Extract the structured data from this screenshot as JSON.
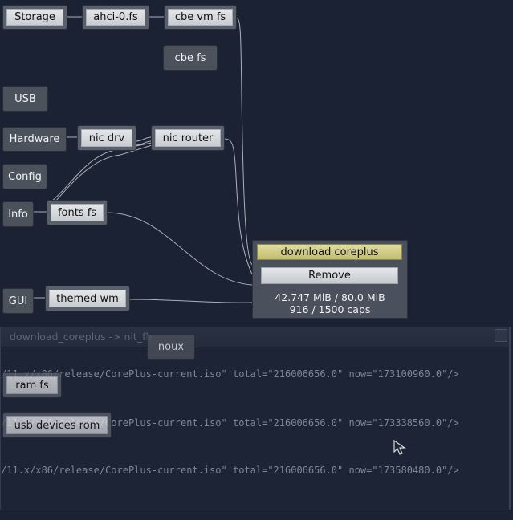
{
  "log_window": {
    "title": "download_coreplus -> nit_fb",
    "lines": [
      "/11.x/x86/release/CorePlus-current.iso\" total=\"216006656.0\" now=\"173100960.0\"/>",
      "/11.x/x86/release/CorePlus-current.iso\" total=\"216006656.0\" now=\"173338560.0\"/>",
      "/11.x/x86/release/CorePlus-current.iso\" total=\"216006656.0\" now=\"173580480.0\"/>"
    ]
  },
  "nodes": {
    "storage": "Storage",
    "ahci": "ahci-0.fs",
    "cbe_vm_fs": "cbe vm fs",
    "cbe_fs": "cbe fs",
    "usb": "USB",
    "hardware": "Hardware",
    "nic_drv": "nic drv",
    "nic_router": "nic router",
    "config": "Config",
    "info": "Info",
    "fonts_fs": "fonts fs",
    "gui": "GUI",
    "themed_wm": "themed wm",
    "noux": "noux",
    "ram_fs": "ram fs",
    "usb_devices_rom": "usb devices rom"
  },
  "popup": {
    "download_label": "download coreplus",
    "remove_label": "Remove",
    "ram": "42.747 MiB / 80.0 MiB",
    "caps": "916 / 1500 caps"
  },
  "colors": {
    "background": "#1b2233",
    "download_button": "#d8d38e",
    "wire": "#c5c8cd"
  },
  "icons": [
    "mouse-pointer-icon",
    "close-icon"
  ]
}
